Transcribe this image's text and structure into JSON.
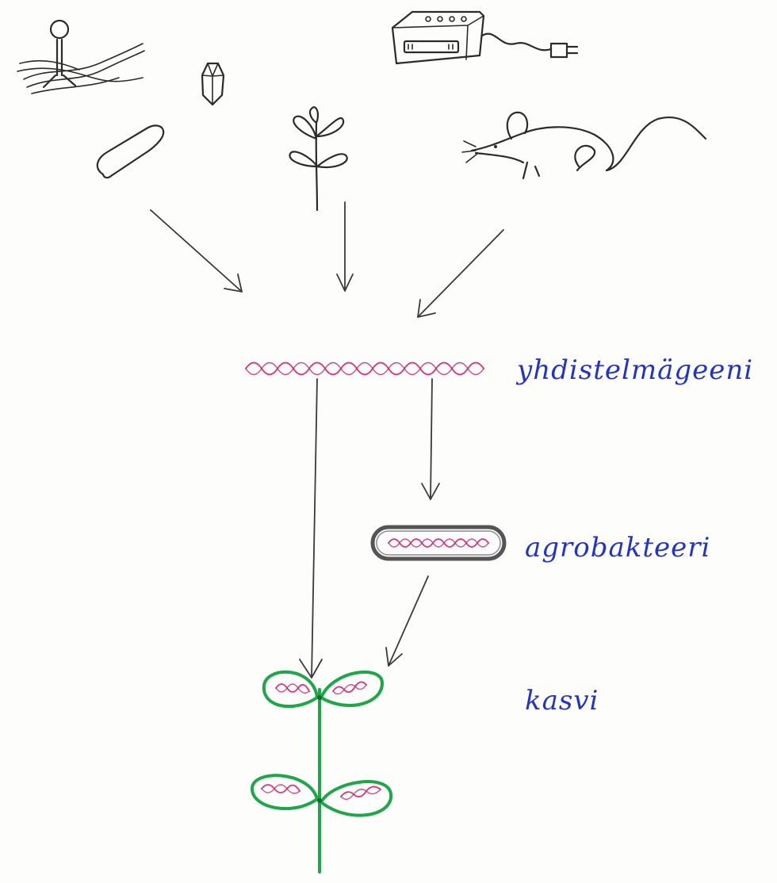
{
  "labels": {
    "recombinant_gene": "yhdistelmägeeni",
    "agrobacterium": "agrobakteeri",
    "plant": "kasvi"
  },
  "colors": {
    "label": "#2233cc",
    "dna": "#e0307a",
    "plant": "#1ea64a",
    "ink": "#2b2b2b"
  },
  "icons": [
    "virus-icon",
    "crystal-icon",
    "bacterium-icon",
    "sprout-icon",
    "electrophoresis-device-icon",
    "mouse-icon"
  ]
}
